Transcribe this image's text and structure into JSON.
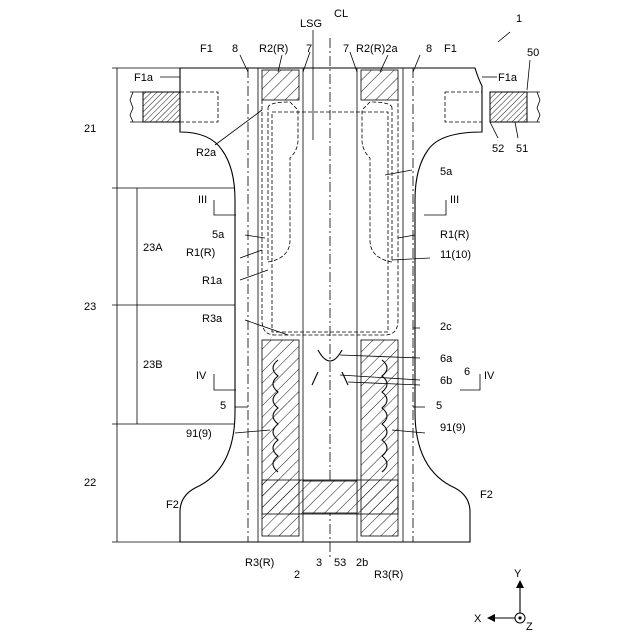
{
  "labels": {
    "ref_1": "1",
    "F1_left": "F1",
    "F1_right": "F1",
    "n8_left": "8",
    "n8_right": "8",
    "R2R_left": "R2(R)",
    "R2R2a_right": "R2(R)2a",
    "n7_left": "7",
    "n7_right": "7",
    "LSG": "LSG",
    "CL": "CL",
    "n50": "50",
    "F1a_left": "F1a",
    "F1a_right": "F1a",
    "n21": "21",
    "R2a": "R2a",
    "n52": "52",
    "n51": "51",
    "n5a_right_top": "5a",
    "III_left": "III",
    "III_right": "III",
    "n5a_left": "5a",
    "R1R_left": "R1(R)",
    "R1R_right": "R1(R)",
    "n23A": "23A",
    "n11_10": "11(10)",
    "R1a": "R1a",
    "n23": "23",
    "R3a": "R3a",
    "n2c": "2c",
    "n6a": "6a",
    "n6": "6",
    "n23B": "23B",
    "n6b": "6b",
    "IV_left": "IV",
    "IV_right": "IV",
    "n5_left": "5",
    "n5_right": "5",
    "n91_left": "91(9)",
    "n91_right": "91(9)",
    "n22": "22",
    "F2_left": "F2",
    "F2_right": "F2",
    "R3R_left": "R3(R)",
    "n2": "2",
    "n3": "3",
    "n53": "53",
    "n2b": "2b",
    "R3R_right": "R3(R)",
    "axis_y": "Y",
    "axis_x": "X",
    "axis_z": "Z"
  }
}
